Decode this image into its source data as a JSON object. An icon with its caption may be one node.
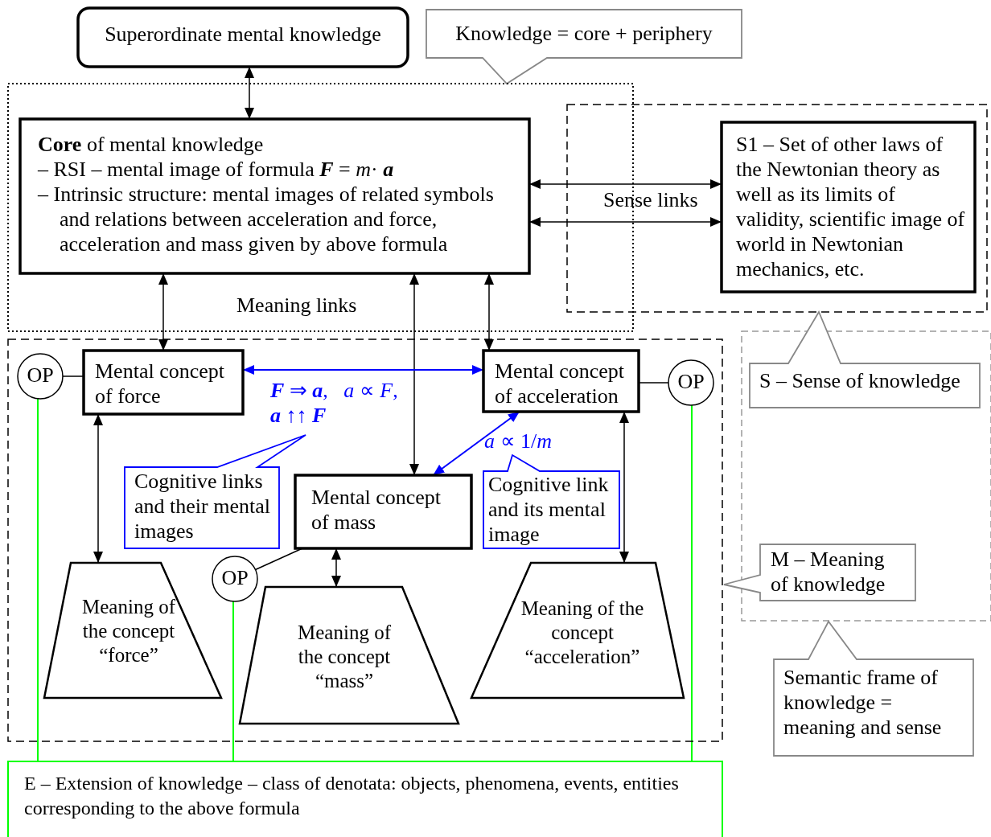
{
  "diagram": {
    "nodes": [
      {
        "text": [
          "Superordinate mental knowledge"
        ]
      },
      {
        "text": [
          "Knowledge = core + periphery"
        ]
      },
      {
        "text": [],
        "shape": "box"
      },
      {
        "text": [
          "**Core** of mental knowledge",
          "– RSI – mental image of formula **F** = *m*· **a**",
          "– Intrinsic structure: mental images of related symbols and relations between acceleration and force, acceleration and mass given by above formula"
        ],
        "in": 2
      },
      {
        "text": [],
        "shape": "box"
      },
      {
        "text": [
          "S1 – Set of other laws of the Newtonian theory as well as its limits of validity, scientific image of world in Newtonian mechanics, etc."
        ],
        "in": 4
      },
      {
        "text": [],
        "shape": "box"
      },
      {
        "text": [
          "OP"
        ],
        "in": 6
      },
      {
        "text": [
          "Mental concept of force"
        ],
        "in": 6
      },
      {
        "text": [
          "Mental concept of acceleration"
        ],
        "in": 6
      },
      {
        "text": [
          "OP"
        ],
        "in": 6
      },
      {
        "text": [
          "Cognitive links and their mental images"
        ],
        "in": 6
      },
      {
        "text": [
          "Mental concept of mass"
        ],
        "in": 6
      },
      {
        "text": [
          "Cognitive link and its mental image"
        ],
        "in": 6
      },
      {
        "text": [
          "Meaning of the concept “force”"
        ],
        "in": 6
      },
      {
        "text": [
          "OP"
        ],
        "in": 6
      },
      {
        "text": [
          "Meaning of the concept “mass”"
        ],
        "in": 6
      },
      {
        "text": [
          "Meaning of the concept “acceleration”"
        ],
        "in": 6
      },
      {
        "text": [],
        "shape": "box"
      },
      {
        "text": [
          "S – Sense of knowledge"
        ]
      },
      {
        "text": [
          "M – Meaning of knowledge"
        ]
      },
      {
        "text": [
          "Semantic frame of knowledge = meaning and sense"
        ]
      },
      {
        "text": [
          "E – Extension of knowledge – class of denotata: objects, phenomena, events, entities corresponding to the above formula"
        ]
      }
    ],
    "edges": [
      {
        "from": 0,
        "to": 3,
        "arrow": "both"
      },
      {
        "from": 3,
        "to": 5,
        "arrow": "both"
      },
      {
        "from": 3,
        "to": 5,
        "arrow": "both"
      },
      {
        "from": 3,
        "to": 8,
        "arrow": "both"
      },
      {
        "from": 3,
        "to": 12,
        "arrow": "both"
      },
      {
        "from": 3,
        "to": 9,
        "arrow": "both"
      },
      {
        "from": 8,
        "to": 9,
        "arrow": "both",
        "color": "#0000ff"
      },
      {
        "from": 12,
        "to": 9,
        "arrow": "both",
        "color": "#0000ff"
      },
      {
        "from": 8,
        "to": 14,
        "arrow": "both"
      },
      {
        "from": 12,
        "to": 16,
        "arrow": "both"
      },
      {
        "from": 9,
        "to": 17,
        "arrow": "both"
      },
      {
        "from": 7,
        "to": 8,
        "arrow": "none"
      },
      {
        "from": 10,
        "to": 9,
        "arrow": "none"
      },
      {
        "from": 15,
        "to": 12,
        "arrow": "none"
      },
      {
        "from": 7,
        "to": 22,
        "arrow": "none",
        "color": "#00ff00"
      },
      {
        "from": 15,
        "to": 22,
        "arrow": "none",
        "color": "#00ff00"
      },
      {
        "from": 10,
        "to": 22,
        "arrow": "none",
        "color": "#00ff00"
      }
    ],
    "labels": [
      "Meaning links",
      "Sense links",
      "**F** ⇒ **a**,   *a* ∝ *F*, **a** ↑↑ **F**",
      "*a* ∝ 1/*m*"
    ]
  }
}
